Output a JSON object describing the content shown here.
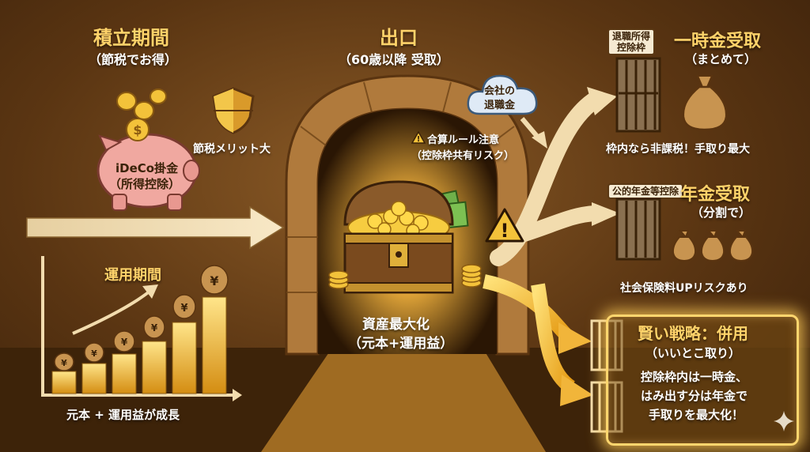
{
  "accumulation": {
    "title": "積立期間",
    "subtitle": "（節税でお得）",
    "piggy_label_line1": "iDeCo掛金",
    "piggy_label_line2": "（所得控除）",
    "tax_merit": "節税メリット大"
  },
  "investment": {
    "title": "運用期間",
    "caption": "元本 + 運用益が成長"
  },
  "exit": {
    "title": "出口",
    "subtitle": "（60歳以降 受取）",
    "treasure_line1": "資産最大化",
    "treasure_line2": "（元本+運用益）",
    "cloud_line1": "会社の",
    "cloud_line2": "退職金",
    "warning_line1": "合算ルール注意",
    "warning_line2": "（控除枠共有リスク）"
  },
  "lump_sum": {
    "tag_line1": "退職所得",
    "tag_line2": "控除枠",
    "title": "一時金受取",
    "subtitle": "（まとめて）",
    "note": "枠内なら非課税！手取り最大"
  },
  "pension": {
    "tag": "公的年金等控除",
    "title": "年金受取",
    "subtitle": "（分割で）",
    "note": "社会保険料UPリスクあり"
  },
  "strategy": {
    "title": "賢い戦略：併用",
    "subtitle": "（いいとこ取り）",
    "line1": "控除枠内は一時金、",
    "line2": "はみ出す分は年金で",
    "line3": "手取りを最大化！"
  },
  "colors": {
    "gold": "#ffd36a",
    "arrow": "#f2dcae",
    "brown_dark": "#3a200a"
  },
  "icons": [
    "piggy-bank-icon",
    "shield-icon",
    "coin-icon",
    "money-bag-icon",
    "treasure-chest-icon",
    "cloud-icon",
    "warning-icon",
    "gate-icon",
    "sparkle-icon"
  ]
}
